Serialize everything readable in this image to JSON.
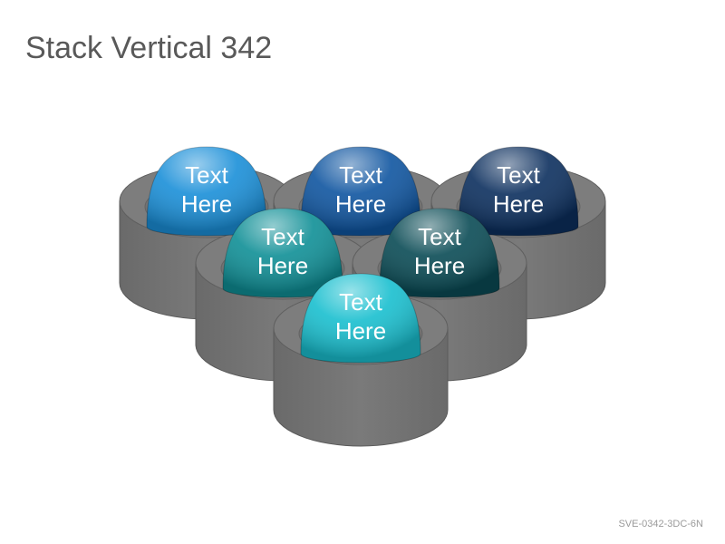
{
  "title": "Stack Vertical 342",
  "code": "SVE-0342-3DC-6N",
  "domes": [
    {
      "line1": "Text",
      "line2": "Here",
      "color": "#1a8fd8"
    },
    {
      "line1": "Text",
      "line2": "Here",
      "color": "#0f55a0"
    },
    {
      "line1": "Text",
      "line2": "Here",
      "color": "#0c2f5e"
    },
    {
      "line1": "Text",
      "line2": "Here",
      "color": "#0f8f96"
    },
    {
      "line1": "Text",
      "line2": "Here",
      "color": "#0a4b55"
    },
    {
      "line1": "Text",
      "line2": "Here",
      "color": "#19bfcf"
    }
  ]
}
